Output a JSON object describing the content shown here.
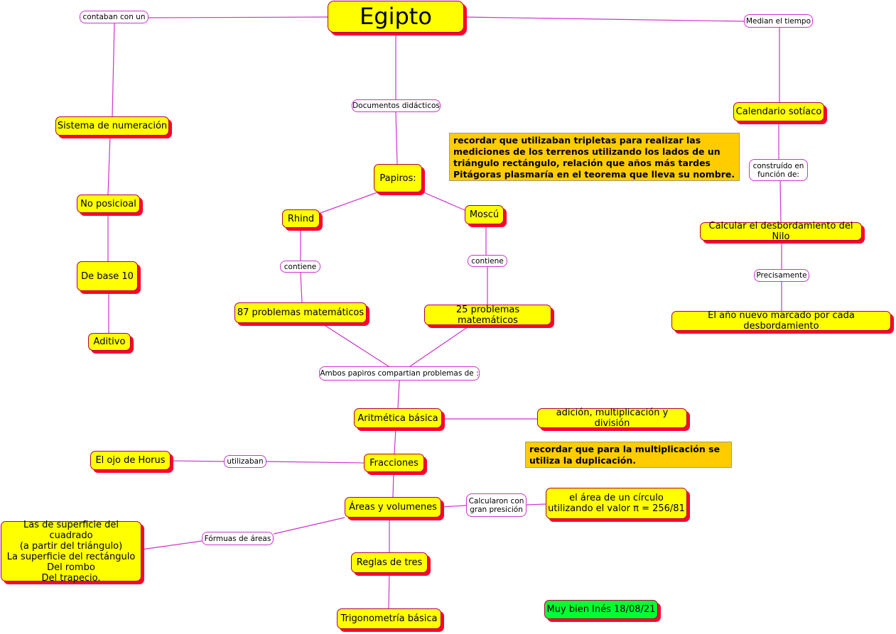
{
  "title": "Egipto",
  "left": {
    "link_contaban": "contaban con un",
    "sistema": "Sistema de numeración",
    "no_posicional": "No posicioal",
    "base10": "De base 10",
    "aditivo": "Aditivo"
  },
  "center": {
    "link_documentos": "Documentos didácticos",
    "papiros": "Papiros:",
    "rhind": "Rhind",
    "moscu": "Moscú",
    "link_contiene_1": "contiene",
    "link_contiene_2": "contiene",
    "prob87": "87 problemas matemáticos",
    "prob25": "25 problemas matemáticos",
    "link_ambos": "Ambos papiros compartian problemas de :",
    "aritmetica": "Aritmética básica",
    "operaciones": "adición, multiplicación y división",
    "fracciones": "Fracciones",
    "link_utilizaban": "utilizaban",
    "ojo_horus": "El ojo de Horus",
    "areas": "Áreas y volumenes",
    "link_calcularon": "Calcularon con\ngran presición",
    "circulo": "el área de un círculo\nutilizando el valor π = 256/81",
    "link_formulas": "Fórmuas de áreas",
    "superficies": "Las de superficie del cuadrado\n(a partir del triángulo)\nLa superficie del rectángulo\nDel rombo\nDel trapecio.",
    "reglas": "Reglas de tres",
    "trigonometria": "Trigonometría básica"
  },
  "right": {
    "link_median": "Median el tiempo",
    "calendario": "Calendario sotíaco",
    "link_construido": "construído en\nfunción de:",
    "desbordamiento": "Calcular el desbordamiento del Nilo",
    "link_precisamente": "Precisamente",
    "anio_nuevo": "El año nuevo marcado por cada desbordamiento"
  },
  "notes": {
    "tripletas": "recordar que utilizaban tripletas para realizar las mediciones de los terrenos utilizando los lados de un triángulo rectángulo, relación que años más tardes Pitágoras plasmaría en el teorema que lleva su nombre.",
    "multiplicacion": "recordar que para la multiplicación se utiliza la duplicación.",
    "feedback": "Muy bien Inés 18/08/21"
  },
  "colors": {
    "node_fill": "#ffff00",
    "node_shadow": "#ff0033",
    "connector": "#cc33cc",
    "note_fill": "#ffcc00",
    "feedback_fill": "#00ff33"
  }
}
